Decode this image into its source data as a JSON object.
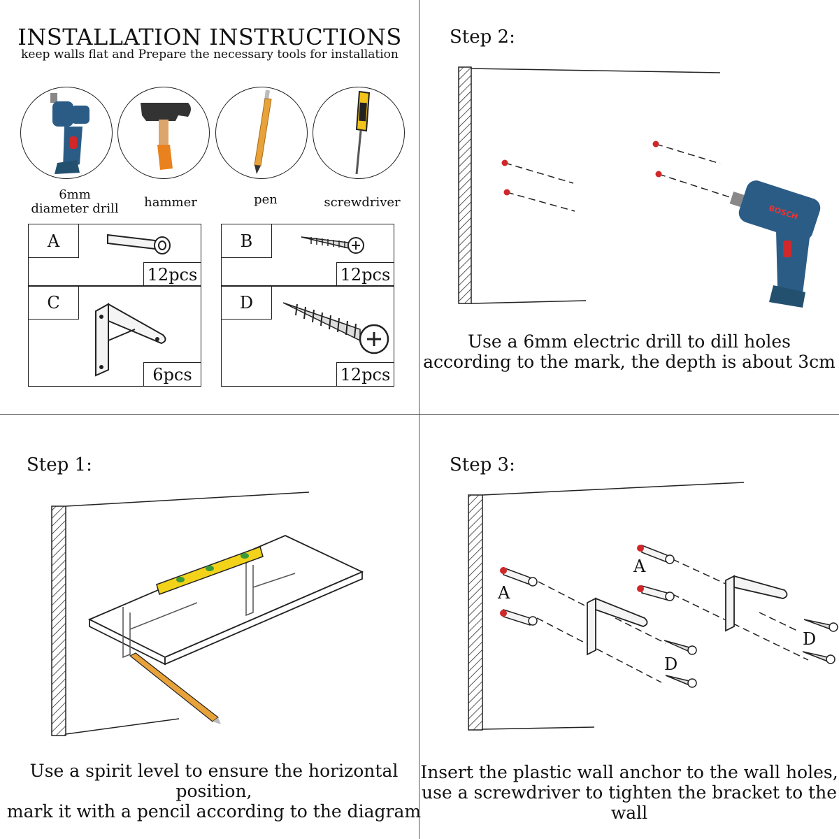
{
  "header": {
    "title": "INSTALLATION INSTRUCTIONS",
    "subtitle": "keep walls flat and Prepare the necessary tools for installation"
  },
  "tools": [
    {
      "label_line1": "6mm",
      "label_line2": "diameter drill",
      "icon": "drill-icon"
    },
    {
      "label": "hammer",
      "icon": "hammer-icon"
    },
    {
      "label": "pen",
      "icon": "pen-icon"
    },
    {
      "label": "screwdriver",
      "icon": "screwdriver-icon"
    }
  ],
  "parts": [
    {
      "letter": "A",
      "qty": "12pcs",
      "icon": "wall-anchor-icon"
    },
    {
      "letter": "B",
      "qty": "12pcs",
      "icon": "small-screw-icon"
    },
    {
      "letter": "C",
      "qty": "6pcs",
      "icon": "bracket-icon"
    },
    {
      "letter": "D",
      "qty": "12pcs",
      "icon": "large-screw-icon"
    }
  ],
  "steps": {
    "step1": {
      "label": "Step 1:",
      "caption_line1": "Use a spirit level to ensure the horizontal position,",
      "caption_line2": "mark it with a pencil according to the diagram"
    },
    "step2": {
      "label": "Step 2:",
      "caption_line1": "Use a 6mm electric drill to dill holes",
      "caption_line2": "according to the mark, the depth is about 3cm",
      "drill_brand": "BOSCH"
    },
    "step3": {
      "label": "Step 3:",
      "caption_line1": "Insert the plastic wall anchor to the wall holes,",
      "caption_line2": "use a screwdriver to tighten the bracket to the wall",
      "callouts": [
        "A",
        "A",
        "D",
        "D"
      ]
    }
  },
  "colors": {
    "mark_red": "#d0282a",
    "drill_blue": "#2b5c86",
    "level_yellow": "#f2d31a",
    "pencil_orange": "#e8a23a",
    "hammer_handle": "#e9821e"
  }
}
